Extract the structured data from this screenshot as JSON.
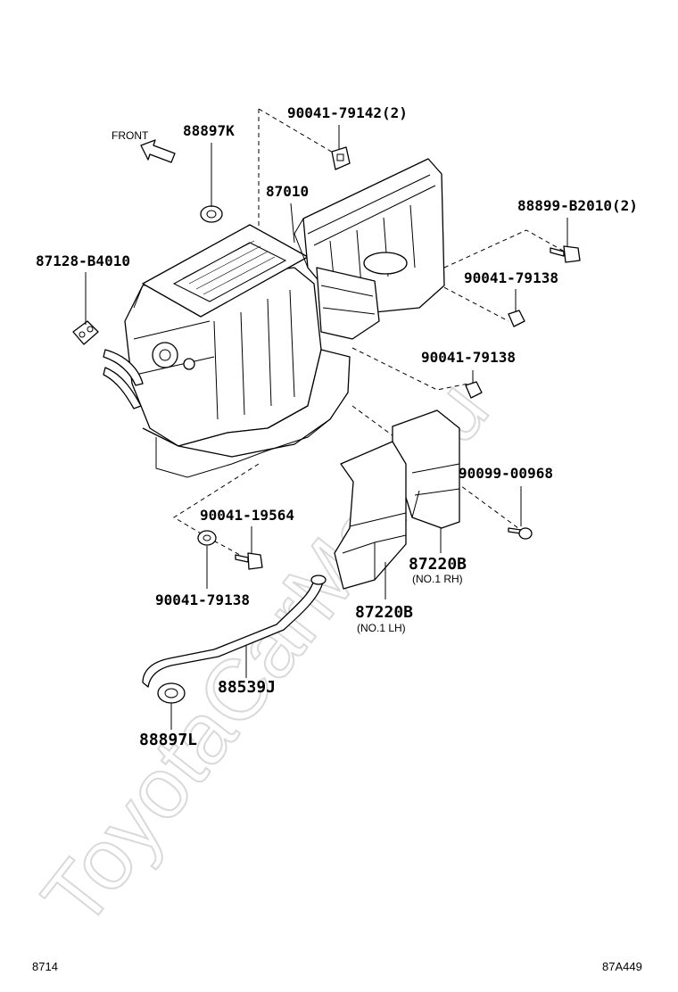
{
  "watermark": "ToyotaCarMart.ru",
  "front_label": "FRONT",
  "labels": {
    "p88897K": "88897K",
    "p90041_79142": "90041-79142(2)",
    "p87010": "87010",
    "p88899_B2010": "88899-B2010(2)",
    "p87128_B4010": "87128-B4010",
    "p90041_79138_a": "90041-79138",
    "p90041_79138_b": "90041-79138",
    "p90099_00968": "90099-00968",
    "p90041_19564": "90041-19564",
    "p87220B_rh": "87220B",
    "p87220B_rh_note": "(NO.1 RH)",
    "p90041_79138_c": "90041-79138",
    "p87220B_lh": "87220B",
    "p87220B_lh_note": "(NO.1 LH)",
    "p88539J": "88539J",
    "p88897L": "88897L"
  },
  "footer": {
    "left_code": "8714",
    "right_code": "87A449"
  }
}
